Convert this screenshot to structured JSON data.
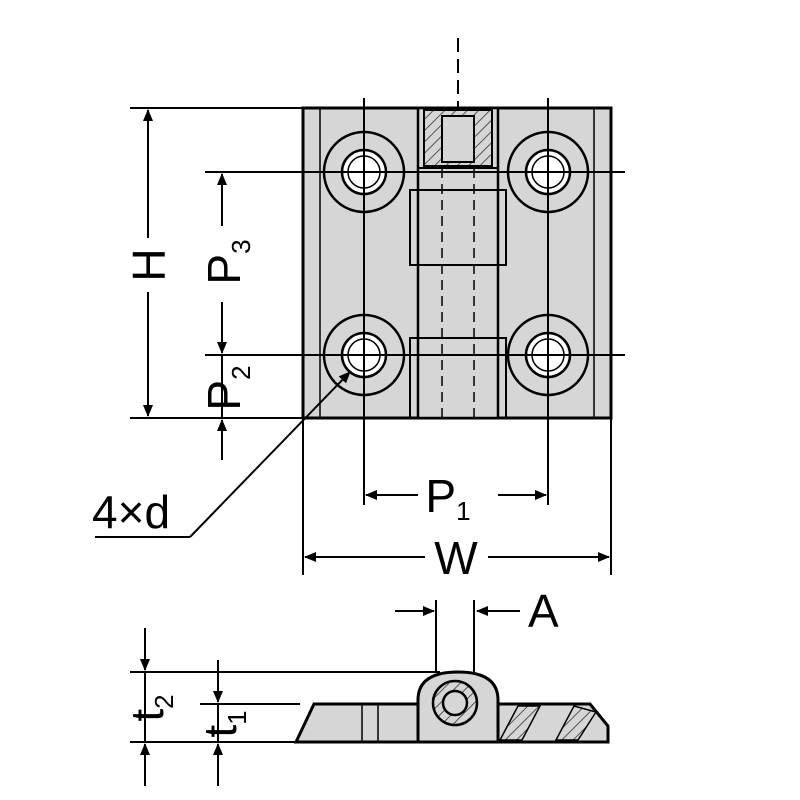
{
  "labels": {
    "H": "H",
    "P3": {
      "main": "P",
      "sub": "3"
    },
    "P2": {
      "main": "P",
      "sub": "2"
    },
    "P1": {
      "main": "P",
      "sub": "1"
    },
    "W": "W",
    "A": "A",
    "holes": "4×d",
    "t2": {
      "main": "t",
      "sub": "2"
    },
    "t1": {
      "main": "t",
      "sub": "1"
    }
  },
  "colors": {
    "fill": "#d6d6d6",
    "hatch": "#888888",
    "line": "#000000"
  }
}
